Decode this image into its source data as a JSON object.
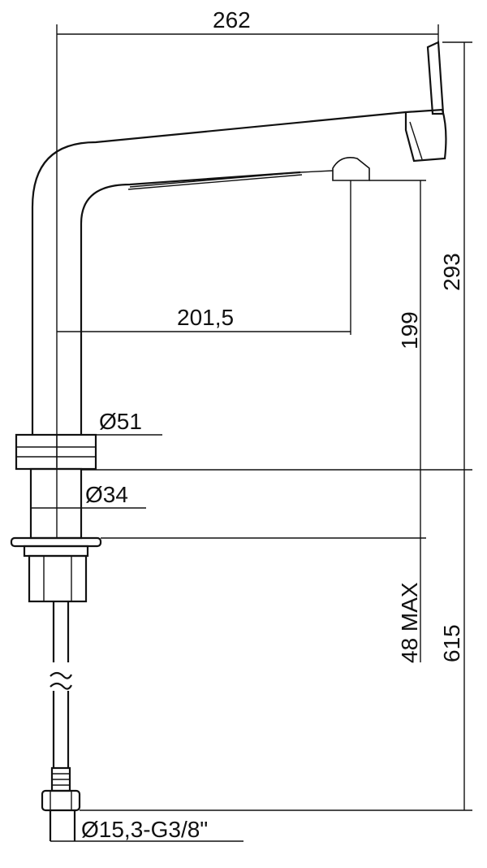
{
  "dimensions": {
    "overall_width": "262",
    "spout_reach": "201,5",
    "total_height": "293",
    "spout_height": "199",
    "base_diameter": "Ø51",
    "shank_diameter": "Ø34",
    "max_deck_thickness": "48 MAX",
    "hose_length": "615",
    "hose_connection": "Ø15,3-G3/8\""
  }
}
